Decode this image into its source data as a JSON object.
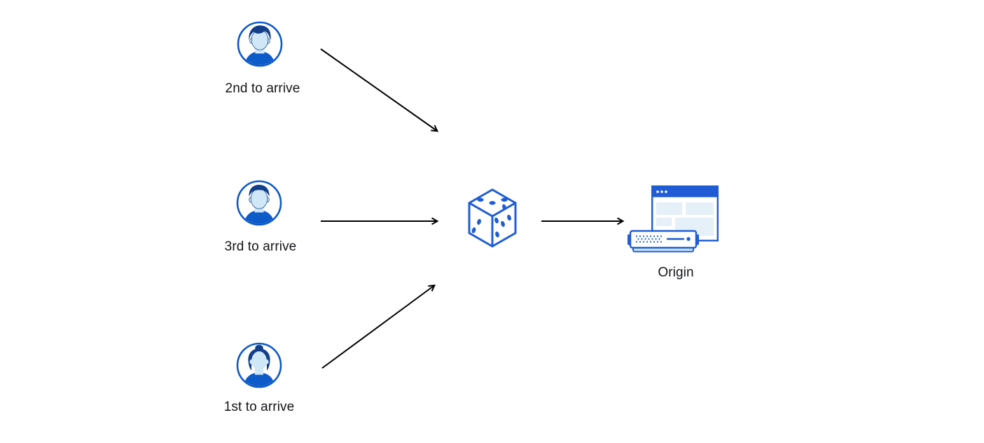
{
  "colors": {
    "blue": "#0d5ac9",
    "blue-dark": "#123e8a",
    "blue-mid": "#1f5cd5",
    "blue-light": "#cfe7f6",
    "panel": "#e6f0f9",
    "text": "#131417",
    "arrow": "#000000",
    "canvas": "#ffffff"
  },
  "nodes": {
    "visitor2": {
      "label": "2nd to arrive",
      "icon": "avatar-man-icon"
    },
    "visitor3": {
      "label": "3rd to arrive",
      "icon": "avatar-man-icon"
    },
    "visitor1": {
      "label": "1st to arrive",
      "icon": "avatar-woman-icon"
    },
    "dice": {
      "icon": "dice-icon"
    },
    "origin": {
      "label": "Origin",
      "icon": "origin-server-icon"
    }
  },
  "edges": [
    {
      "from": "visitor2",
      "to": "dice"
    },
    {
      "from": "visitor3",
      "to": "dice"
    },
    {
      "from": "visitor1",
      "to": "dice"
    },
    {
      "from": "dice",
      "to": "origin"
    }
  ]
}
